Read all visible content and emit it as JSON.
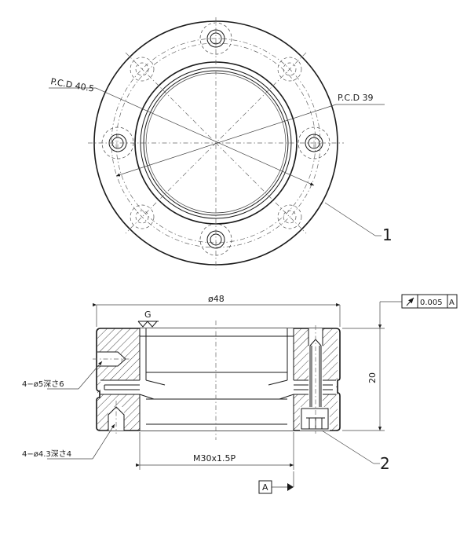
{
  "top_view": {
    "pcd_left": "P.C.D 40.5",
    "pcd_right": "P.C.D 39",
    "item_1": "1"
  },
  "section_view": {
    "diameter_48": "ø48",
    "surface_mark": "G",
    "tolerance_value": "0.005",
    "tolerance_datum": "A",
    "height_20": "20",
    "hole_note_1": "4−ø5深さ6",
    "hole_note_2": "4−ø4.3深さ4",
    "thread": "M30x1.5P",
    "item_2": "2",
    "datum_label": "A"
  }
}
